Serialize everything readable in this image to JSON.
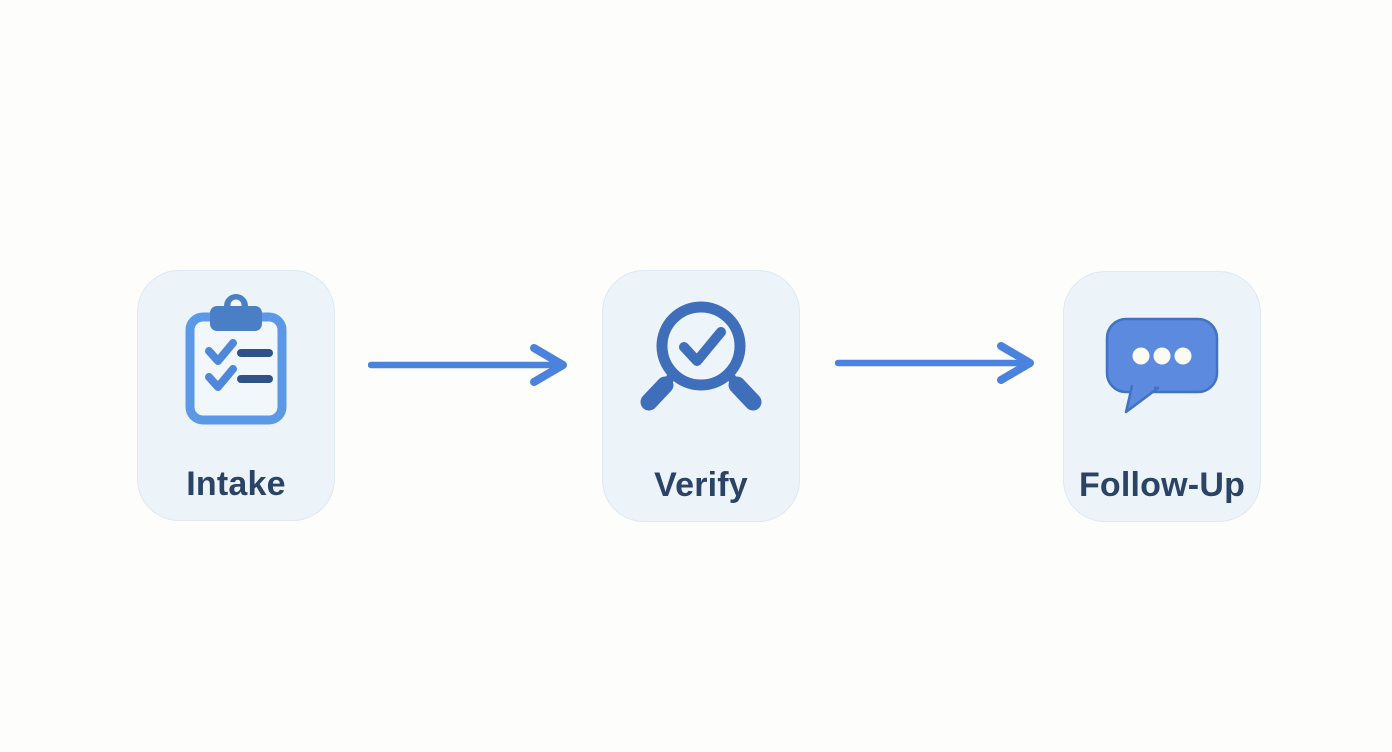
{
  "workflow": {
    "title": "three-step process diagram",
    "steps": [
      {
        "label": "Intake",
        "icon": "clipboard-checklist-icon"
      },
      {
        "label": "Verify",
        "icon": "magnifier-check-icon"
      },
      {
        "label": "Follow-Up",
        "icon": "chat-bubble-ellipsis-icon"
      }
    ],
    "connectors": [
      {
        "from": "Intake",
        "to": "Verify",
        "direction": "right"
      },
      {
        "from": "Verify",
        "to": "Follow-Up",
        "direction": "right"
      }
    ]
  },
  "colors": {
    "page_background": "#fdfdfc",
    "card_background": "#edf4f9",
    "arrow": "#4a82dd",
    "label_text": "#2b4466",
    "clipboard_outline": "#5b99e6",
    "clipboard_fill": "#f1f7fb",
    "clipboard_clip": "#4a7fc6",
    "clipboard_check": "#4f88da",
    "clipboard_line": "#2e5389",
    "magnifier": "#3f6fbb",
    "bubble_fill": "#5b8ade",
    "bubble_edge": "#4273c2",
    "bubble_dot": "#fbfbf4"
  }
}
